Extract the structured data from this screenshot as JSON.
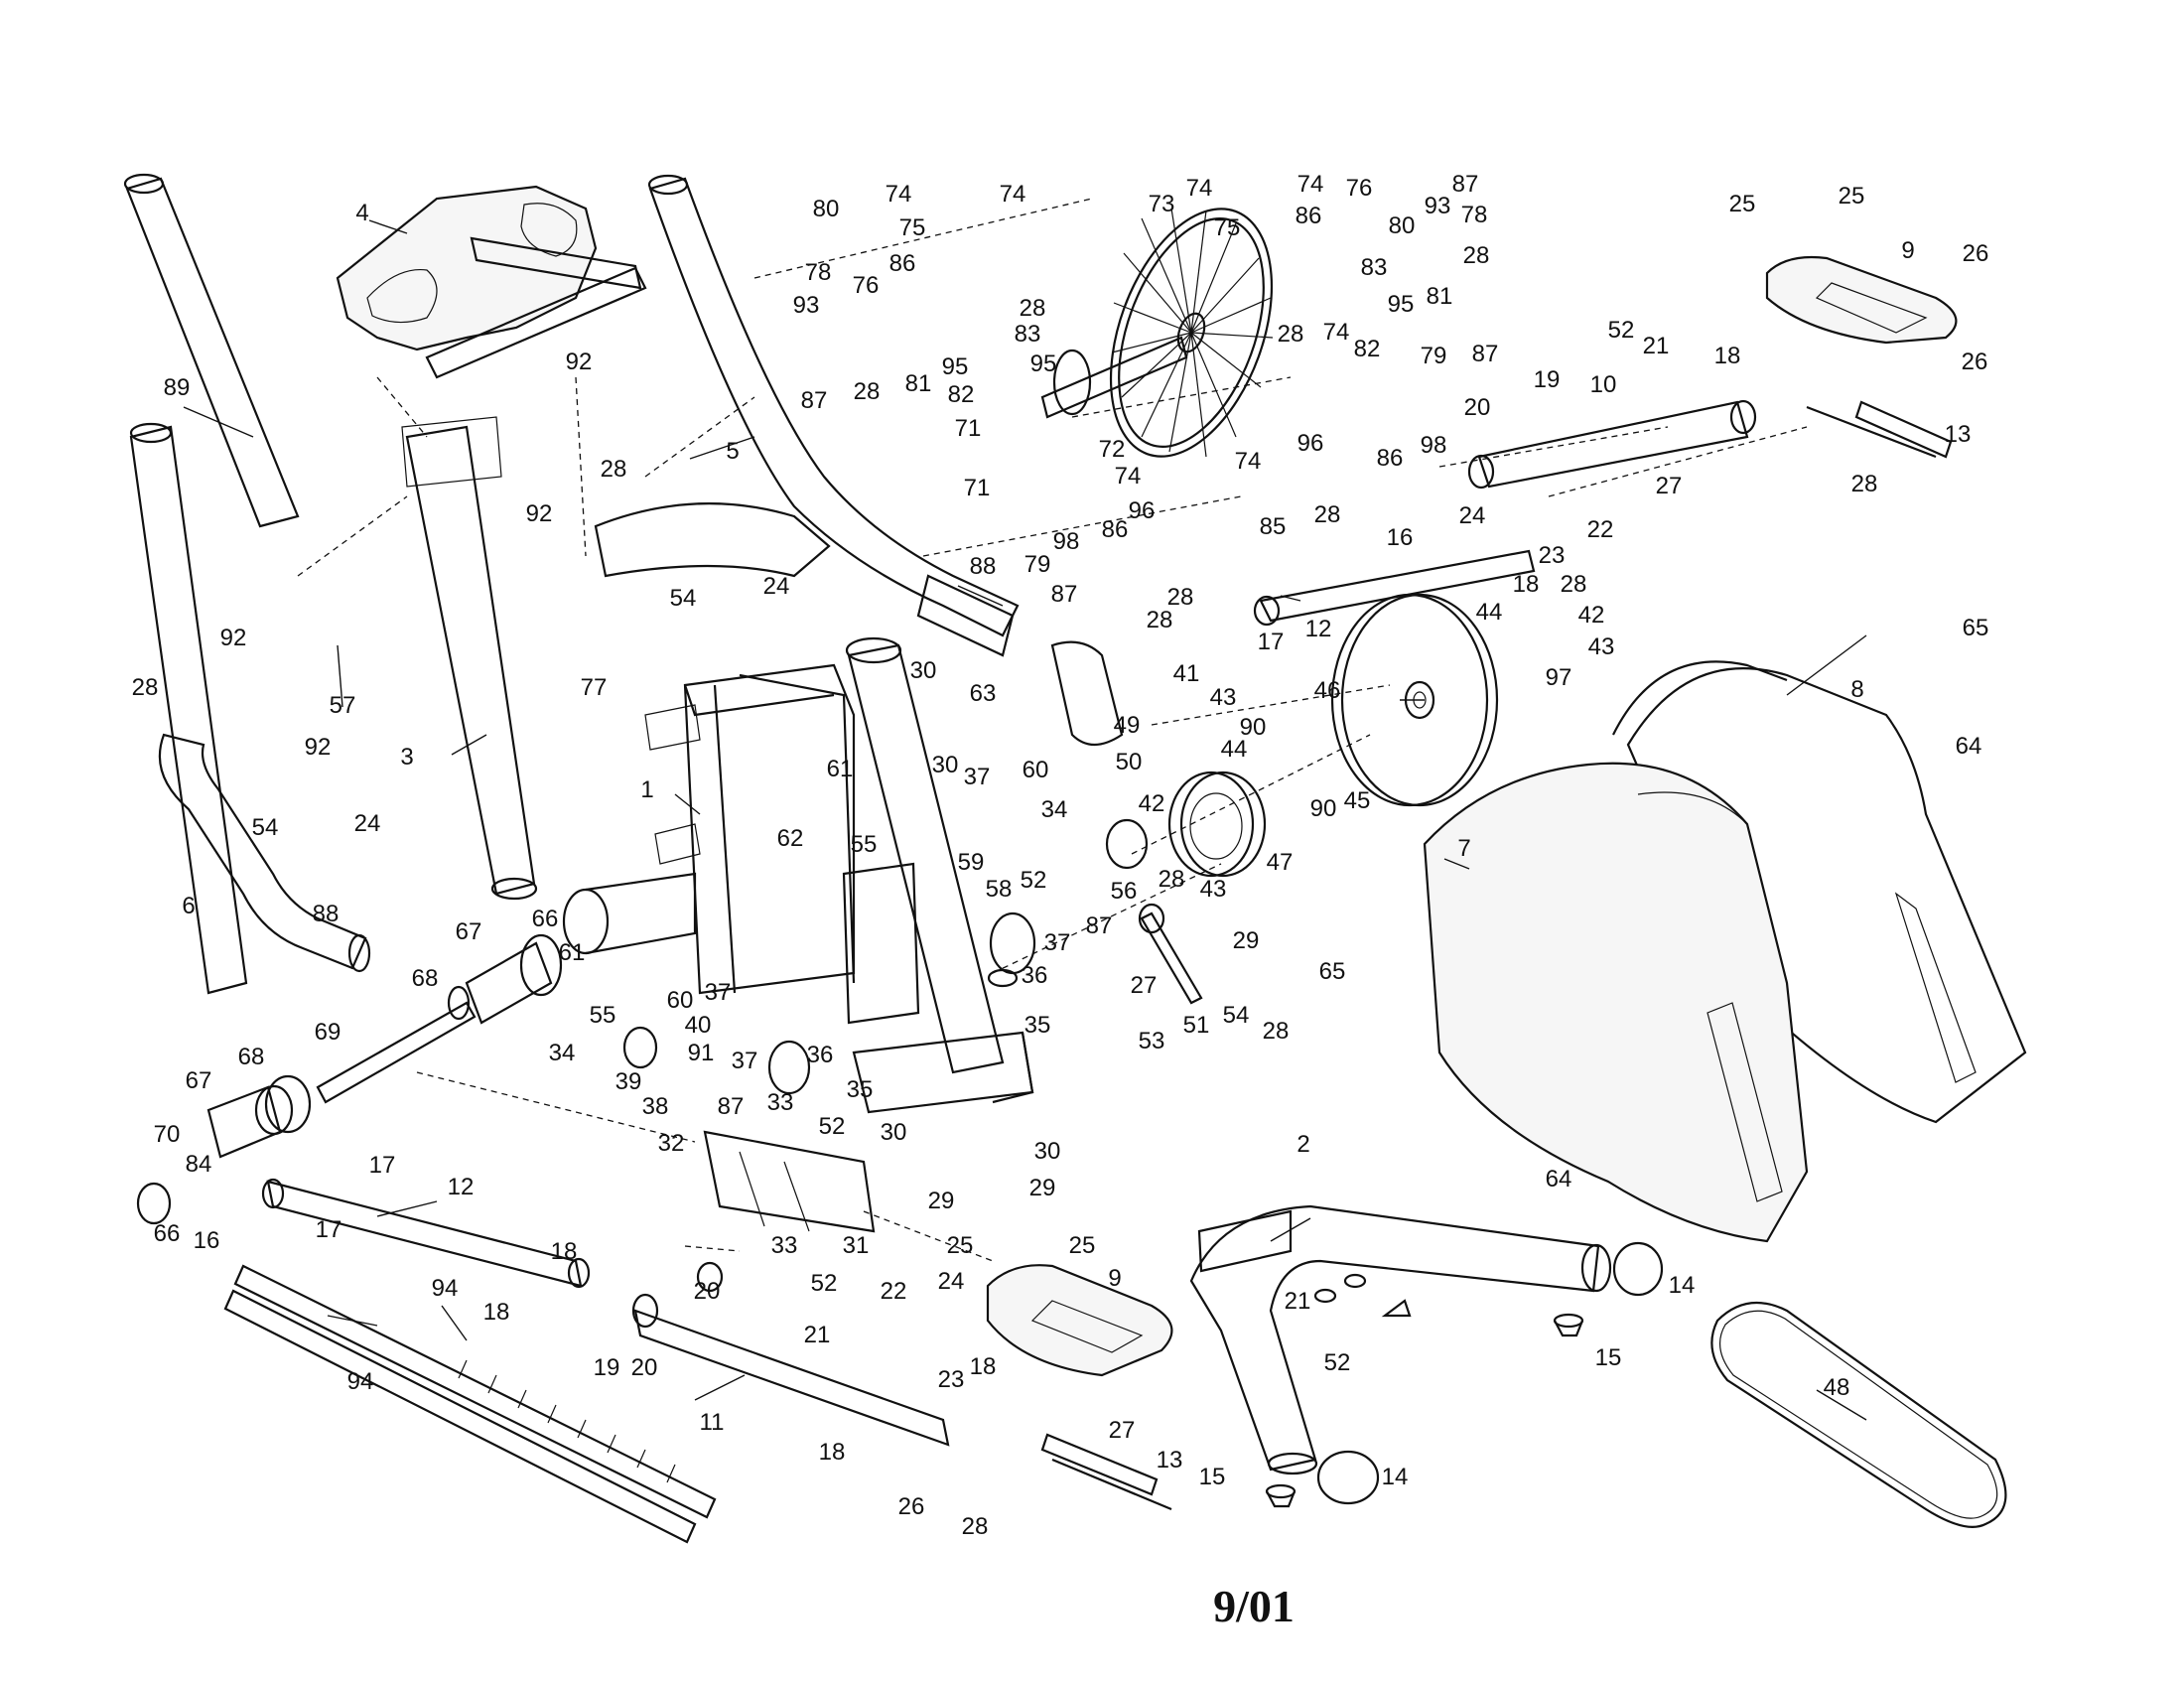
{
  "diagram": {
    "caption": "9/01",
    "callouts": [
      {
        "id": "c4",
        "text": "4"
      },
      {
        "id": "c89",
        "text": "89"
      },
      {
        "id": "c92a",
        "text": "92"
      },
      {
        "id": "c92b",
        "text": "92"
      },
      {
        "id": "c5",
        "text": "5"
      },
      {
        "id": "c28a",
        "text": "28"
      },
      {
        "id": "c54a",
        "text": "54"
      },
      {
        "id": "c24a",
        "text": "24"
      },
      {
        "id": "c77",
        "text": "77"
      },
      {
        "id": "c3",
        "text": "3"
      },
      {
        "id": "c57",
        "text": "57"
      },
      {
        "id": "c92c",
        "text": "92"
      },
      {
        "id": "c92d",
        "text": "92"
      },
      {
        "id": "c28b",
        "text": "28"
      },
      {
        "id": "c54b",
        "text": "54"
      },
      {
        "id": "c24b",
        "text": "24"
      },
      {
        "id": "c6",
        "text": "6"
      },
      {
        "id": "c88a",
        "text": "88"
      },
      {
        "id": "c88b",
        "text": "88"
      },
      {
        "id": "c1",
        "text": "1"
      },
      {
        "id": "c30a",
        "text": "30"
      },
      {
        "id": "c63",
        "text": "63"
      },
      {
        "id": "c30b",
        "text": "30"
      },
      {
        "id": "c49",
        "text": "49"
      },
      {
        "id": "c37a",
        "text": "37"
      },
      {
        "id": "c60a",
        "text": "60"
      },
      {
        "id": "c34a",
        "text": "34"
      },
      {
        "id": "c50",
        "text": "50"
      },
      {
        "id": "c61a",
        "text": "61"
      },
      {
        "id": "c62",
        "text": "62"
      },
      {
        "id": "c55a",
        "text": "55"
      },
      {
        "id": "c59",
        "text": "59"
      },
      {
        "id": "c58",
        "text": "58"
      },
      {
        "id": "c52a",
        "text": "52"
      },
      {
        "id": "c56",
        "text": "56"
      },
      {
        "id": "c37b",
        "text": "37"
      },
      {
        "id": "c87a",
        "text": "87"
      },
      {
        "id": "c36a",
        "text": "36"
      },
      {
        "id": "c35a",
        "text": "35"
      },
      {
        "id": "c67a",
        "text": "67"
      },
      {
        "id": "c66a",
        "text": "66"
      },
      {
        "id": "c68a",
        "text": "68"
      },
      {
        "id": "c61b",
        "text": "61"
      },
      {
        "id": "c60b",
        "text": "60"
      },
      {
        "id": "c37c",
        "text": "37"
      },
      {
        "id": "c55b",
        "text": "55"
      },
      {
        "id": "c40",
        "text": "40"
      },
      {
        "id": "c91",
        "text": "91"
      },
      {
        "id": "c34b",
        "text": "34"
      },
      {
        "id": "c39",
        "text": "39"
      },
      {
        "id": "c37d",
        "text": "37"
      },
      {
        "id": "c36b",
        "text": "36"
      },
      {
        "id": "c38",
        "text": "38"
      },
      {
        "id": "c87b",
        "text": "87"
      },
      {
        "id": "c35b",
        "text": "35"
      },
      {
        "id": "c69",
        "text": "69"
      },
      {
        "id": "c67b",
        "text": "67"
      },
      {
        "id": "c68b",
        "text": "68"
      },
      {
        "id": "c70",
        "text": "70"
      },
      {
        "id": "c84",
        "text": "84"
      },
      {
        "id": "c66b",
        "text": "66"
      },
      {
        "id": "c17a",
        "text": "17"
      },
      {
        "id": "c16a",
        "text": "16"
      },
      {
        "id": "c17b",
        "text": "17"
      },
      {
        "id": "c12a",
        "text": "12"
      },
      {
        "id": "c33a",
        "text": "33"
      },
      {
        "id": "c52b",
        "text": "52"
      },
      {
        "id": "c32",
        "text": "32"
      },
      {
        "id": "c30c",
        "text": "30"
      },
      {
        "id": "c30d",
        "text": "30"
      },
      {
        "id": "c29a",
        "text": "29"
      },
      {
        "id": "c29b",
        "text": "29"
      },
      {
        "id": "c33b",
        "text": "33"
      },
      {
        "id": "c31",
        "text": "31"
      },
      {
        "id": "c18a",
        "text": "18"
      },
      {
        "id": "c18b",
        "text": "18"
      },
      {
        "id": "c94a",
        "text": "94"
      },
      {
        "id": "c94b",
        "text": "94"
      },
      {
        "id": "c20a",
        "text": "20"
      },
      {
        "id": "c19a",
        "text": "19"
      },
      {
        "id": "c20b",
        "text": "20"
      },
      {
        "id": "c11",
        "text": "11"
      },
      {
        "id": "c18c",
        "text": "18"
      },
      {
        "id": "c25a",
        "text": "25"
      },
      {
        "id": "c25b",
        "text": "25"
      },
      {
        "id": "c52c",
        "text": "52"
      },
      {
        "id": "c22a",
        "text": "22"
      },
      {
        "id": "c24c",
        "text": "24"
      },
      {
        "id": "c9a",
        "text": "9"
      },
      {
        "id": "c21a",
        "text": "21"
      },
      {
        "id": "c23a",
        "text": "23"
      },
      {
        "id": "c18d",
        "text": "18"
      },
      {
        "id": "c27a",
        "text": "27"
      },
      {
        "id": "c13a",
        "text": "13"
      },
      {
        "id": "c26a",
        "text": "26"
      },
      {
        "id": "c28c",
        "text": "28"
      },
      {
        "id": "c80a",
        "text": "80"
      },
      {
        "id": "c74a",
        "text": "74"
      },
      {
        "id": "c74b",
        "text": "74"
      },
      {
        "id": "c75a",
        "text": "75"
      },
      {
        "id": "c78a",
        "text": "78"
      },
      {
        "id": "c86a",
        "text": "86"
      },
      {
        "id": "c76a",
        "text": "76"
      },
      {
        "id": "c93a",
        "text": "93"
      },
      {
        "id": "c28d",
        "text": "28"
      },
      {
        "id": "c83a",
        "text": "83"
      },
      {
        "id": "c95a",
        "text": "95"
      },
      {
        "id": "c95b",
        "text": "95"
      },
      {
        "id": "c82a",
        "text": "82"
      },
      {
        "id": "c87c",
        "text": "87"
      },
      {
        "id": "c28e",
        "text": "28"
      },
      {
        "id": "c81a",
        "text": "81"
      },
      {
        "id": "c71a",
        "text": "71"
      },
      {
        "id": "c71b",
        "text": "71"
      },
      {
        "id": "c72",
        "text": "72"
      },
      {
        "id": "c73",
        "text": "73"
      },
      {
        "id": "c74c",
        "text": "74"
      },
      {
        "id": "c74d",
        "text": "74"
      },
      {
        "id": "c75b",
        "text": "75"
      },
      {
        "id": "c86b",
        "text": "86"
      },
      {
        "id": "c76b",
        "text": "76"
      },
      {
        "id": "c87d",
        "text": "87"
      },
      {
        "id": "c93b",
        "text": "93"
      },
      {
        "id": "c80b",
        "text": "80"
      },
      {
        "id": "c78b",
        "text": "78"
      },
      {
        "id": "c28f",
        "text": "28"
      },
      {
        "id": "c83b",
        "text": "83"
      },
      {
        "id": "c81b",
        "text": "81"
      },
      {
        "id": "c95c",
        "text": "95"
      },
      {
        "id": "c28g",
        "text": "28"
      },
      {
        "id": "c74e",
        "text": "74"
      },
      {
        "id": "c82b",
        "text": "82"
      },
      {
        "id": "c79a",
        "text": "79"
      },
      {
        "id": "c87e",
        "text": "87"
      },
      {
        "id": "c96a",
        "text": "96"
      },
      {
        "id": "c86c",
        "text": "86"
      },
      {
        "id": "c98a",
        "text": "98"
      },
      {
        "id": "c74f",
        "text": "74"
      },
      {
        "id": "c74g",
        "text": "74"
      },
      {
        "id": "c96b",
        "text": "96"
      },
      {
        "id": "c85",
        "text": "85"
      },
      {
        "id": "c28h",
        "text": "28"
      },
      {
        "id": "c86d",
        "text": "86"
      },
      {
        "id": "c98b",
        "text": "98"
      },
      {
        "id": "c79b",
        "text": "79"
      },
      {
        "id": "c87f",
        "text": "87"
      },
      {
        "id": "c28i",
        "text": "28"
      },
      {
        "id": "c28j",
        "text": "28"
      },
      {
        "id": "c16b",
        "text": "16"
      },
      {
        "id": "c25c",
        "text": "25"
      },
      {
        "id": "c25d",
        "text": "25"
      },
      {
        "id": "c9b",
        "text": "9"
      },
      {
        "id": "c26b",
        "text": "26"
      },
      {
        "id": "c26c",
        "text": "26"
      },
      {
        "id": "c52d",
        "text": "52"
      },
      {
        "id": "c21b",
        "text": "21"
      },
      {
        "id": "c18e",
        "text": "18"
      },
      {
        "id": "c10",
        "text": "10"
      },
      {
        "id": "c19b",
        "text": "19"
      },
      {
        "id": "c20c",
        "text": "20"
      },
      {
        "id": "c13b",
        "text": "13"
      },
      {
        "id": "c27b",
        "text": "27"
      },
      {
        "id": "c28k",
        "text": "28"
      },
      {
        "id": "c24d",
        "text": "24"
      },
      {
        "id": "c22b",
        "text": "22"
      },
      {
        "id": "c23b",
        "text": "23"
      },
      {
        "id": "c18f",
        "text": "18"
      },
      {
        "id": "c28l",
        "text": "28"
      },
      {
        "id": "c42a",
        "text": "42"
      },
      {
        "id": "c43a",
        "text": "43"
      },
      {
        "id": "c44a",
        "text": "44"
      },
      {
        "id": "c12b",
        "text": "12"
      },
      {
        "id": "c17c",
        "text": "17"
      },
      {
        "id": "c97",
        "text": "97"
      },
      {
        "id": "c46",
        "text": "46"
      },
      {
        "id": "c41",
        "text": "41"
      },
      {
        "id": "c43b",
        "text": "43"
      },
      {
        "id": "c90a",
        "text": "90"
      },
      {
        "id": "c44b",
        "text": "44"
      },
      {
        "id": "c90b",
        "text": "90"
      },
      {
        "id": "c45",
        "text": "45"
      },
      {
        "id": "c42b",
        "text": "42"
      },
      {
        "id": "c47",
        "text": "47"
      },
      {
        "id": "c28m",
        "text": "28"
      },
      {
        "id": "c43c",
        "text": "43"
      },
      {
        "id": "c65a",
        "text": "65"
      },
      {
        "id": "c8",
        "text": "8"
      },
      {
        "id": "c64a",
        "text": "64"
      },
      {
        "id": "c7",
        "text": "7"
      },
      {
        "id": "c65b",
        "text": "65"
      },
      {
        "id": "c29c",
        "text": "29"
      },
      {
        "id": "c27c",
        "text": "27"
      },
      {
        "id": "c54c",
        "text": "54"
      },
      {
        "id": "c28n",
        "text": "28"
      },
      {
        "id": "c53",
        "text": "53"
      },
      {
        "id": "c51",
        "text": "51"
      },
      {
        "id": "c64b",
        "text": "64"
      },
      {
        "id": "c2",
        "text": "2"
      },
      {
        "id": "c14a",
        "text": "14"
      },
      {
        "id": "c21c",
        "text": "21"
      },
      {
        "id": "c52e",
        "text": "52"
      },
      {
        "id": "c15a",
        "text": "15"
      },
      {
        "id": "c48",
        "text": "48"
      },
      {
        "id": "c15b",
        "text": "15"
      },
      {
        "id": "c14b",
        "text": "14"
      }
    ]
  }
}
